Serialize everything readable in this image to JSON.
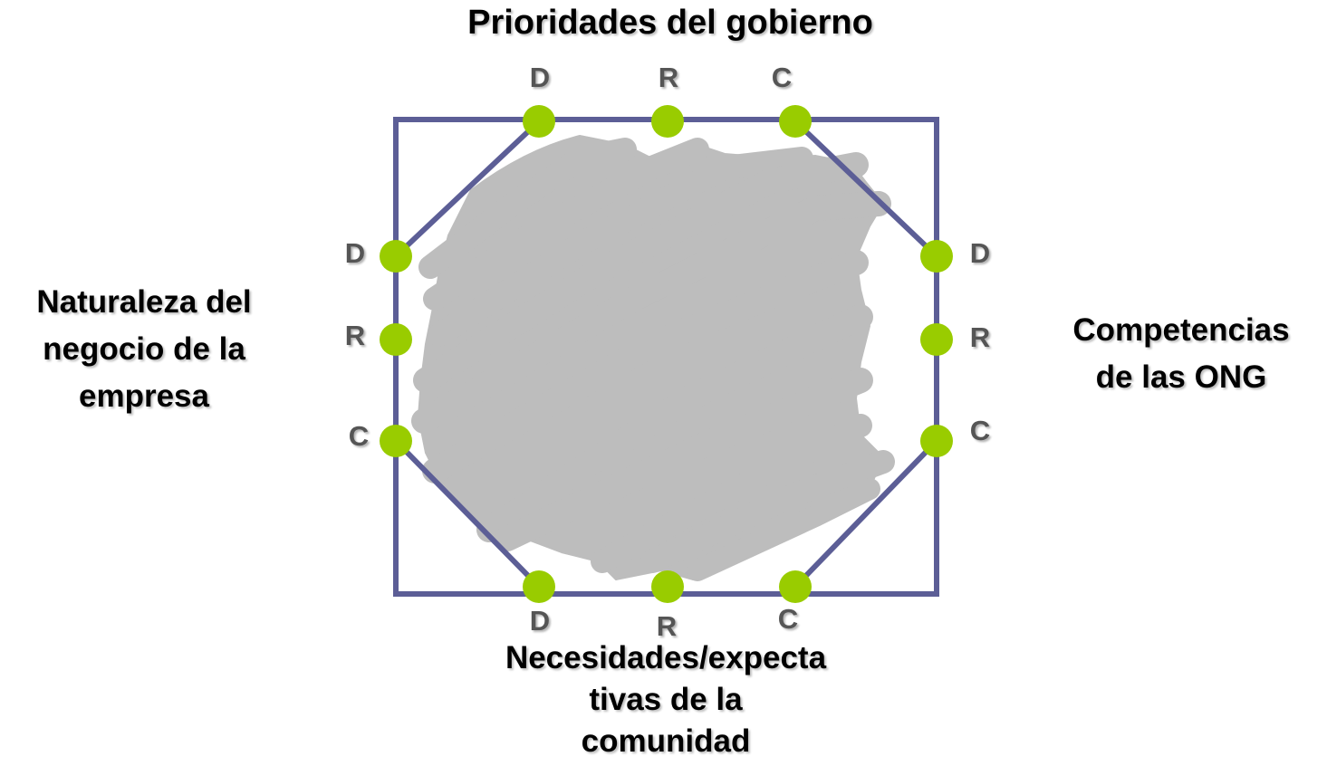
{
  "title": "Prioridades del gobierno",
  "left_label": "Naturaleza del negocio de la empresa",
  "right_label": "Competencias de las ONG",
  "bottom_label": "Necesidades/expectativas de la comunidad",
  "dot_labels": {
    "top": [
      "D",
      "R",
      "C"
    ],
    "left": [
      "D",
      "R",
      "C"
    ],
    "right": [
      "D",
      "R",
      "C"
    ],
    "bottom": [
      "D",
      "R",
      "C"
    ]
  },
  "colors": {
    "frame": "#5c5e96",
    "dot": "#99cc00",
    "scribble": "#bdbdbd"
  }
}
